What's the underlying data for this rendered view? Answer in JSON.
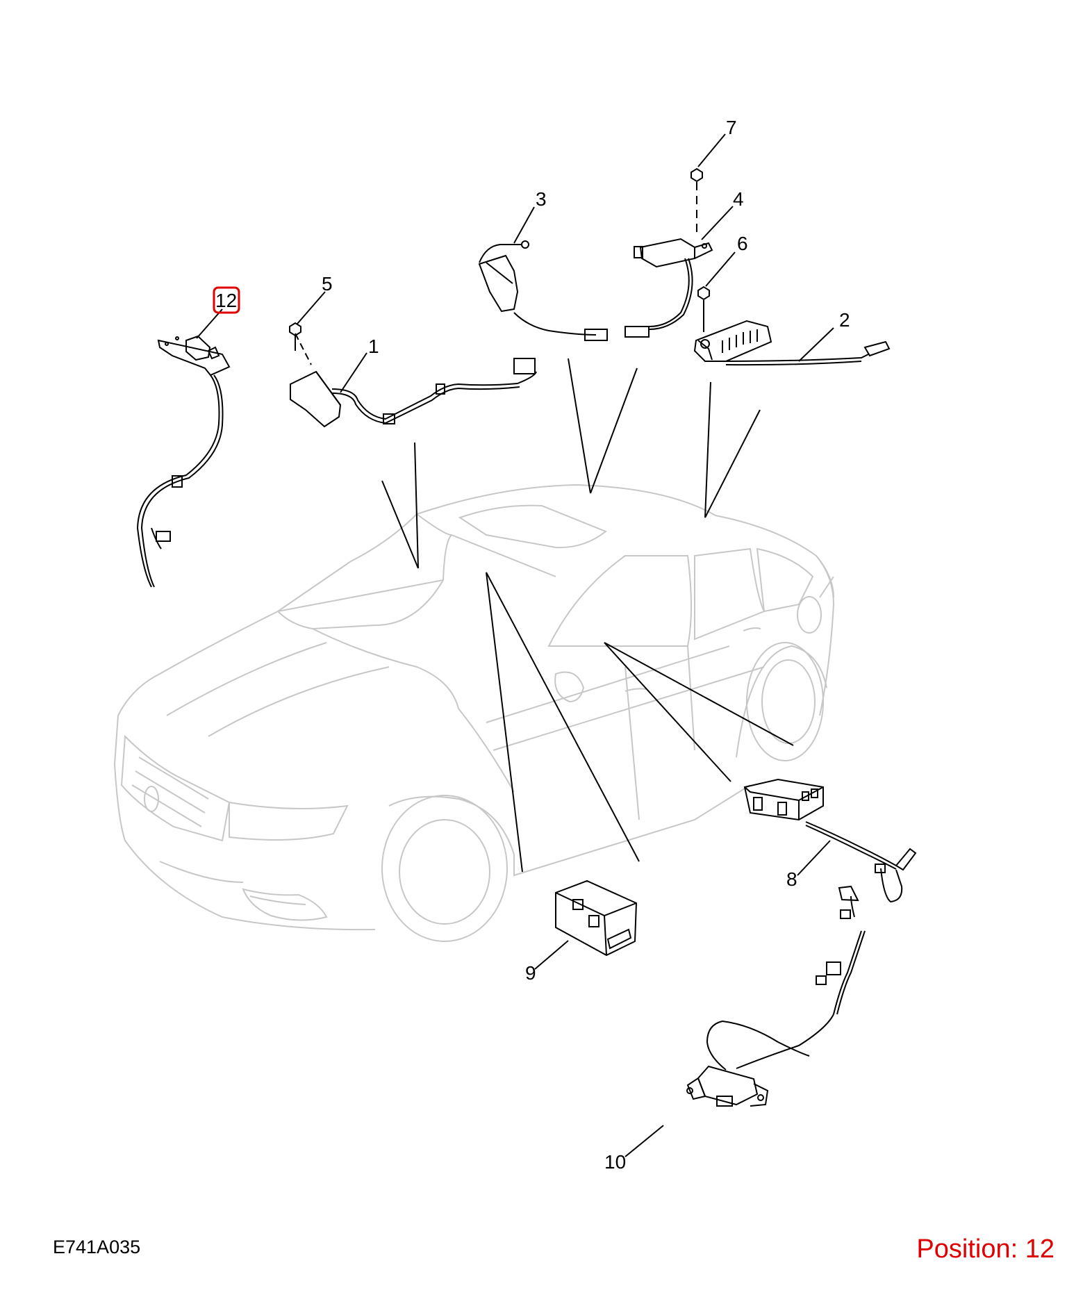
{
  "diagram": {
    "drawing_code": "E741A035",
    "position_label": "Position: 12",
    "highlight_color": "#e00000",
    "callouts": [
      {
        "id": "1",
        "label": "1"
      },
      {
        "id": "2",
        "label": "2"
      },
      {
        "id": "3",
        "label": "3"
      },
      {
        "id": "4",
        "label": "4"
      },
      {
        "id": "5",
        "label": "5"
      },
      {
        "id": "6",
        "label": "6"
      },
      {
        "id": "7",
        "label": "7"
      },
      {
        "id": "8",
        "label": "8"
      },
      {
        "id": "9",
        "label": "9"
      },
      {
        "id": "10",
        "label": "10"
      },
      {
        "id": "12",
        "label": "12",
        "highlighted": true
      }
    ]
  }
}
